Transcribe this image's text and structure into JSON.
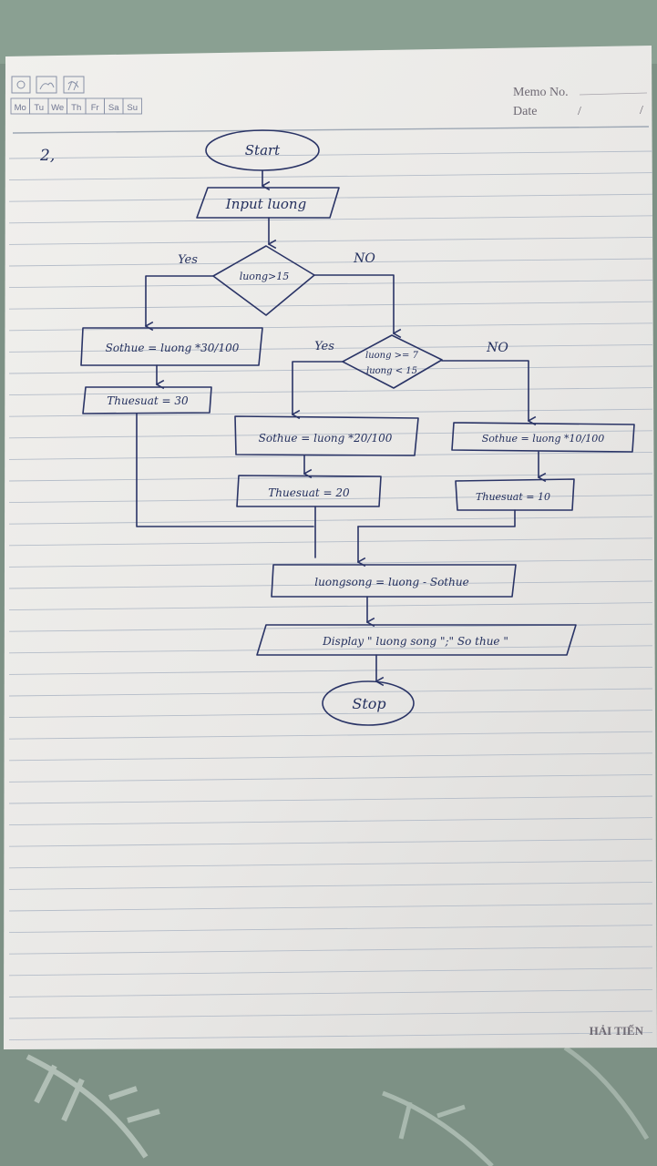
{
  "notebook": {
    "header": {
      "weekdays": [
        "Mo",
        "Tu",
        "We",
        "Th",
        "Fr",
        "Sa",
        "Su"
      ],
      "memo_label": "Memo No.",
      "date_label": "Date",
      "date_separator": "/"
    },
    "brand": "HẢI TIẾN"
  },
  "diagram": {
    "problem_number": "2,",
    "nodes": {
      "start": "Start",
      "input": "Input luong",
      "decision1": "luong>15",
      "tax30": "Sothue = luong *30/100",
      "rate30": "Thuesuat = 30",
      "decision2_line1": "luong >= 7",
      "decision2_line2": "luong < 15",
      "tax20": "Sothue = luong *20/100",
      "rate20": "Thuesuat = 20",
      "tax10": "Sothue = luong *10/100",
      "rate10": "Thuesuat = 10",
      "net": "luongsong = luong - Sothue",
      "display": "Display \" luong song \";\" So thue \"",
      "stop": "Stop"
    },
    "edge_labels": {
      "d1_yes": "Yes",
      "d1_no": "NO",
      "d2_yes": "Yes",
      "d2_no": "NO"
    },
    "ink_color": "#2a3466"
  }
}
